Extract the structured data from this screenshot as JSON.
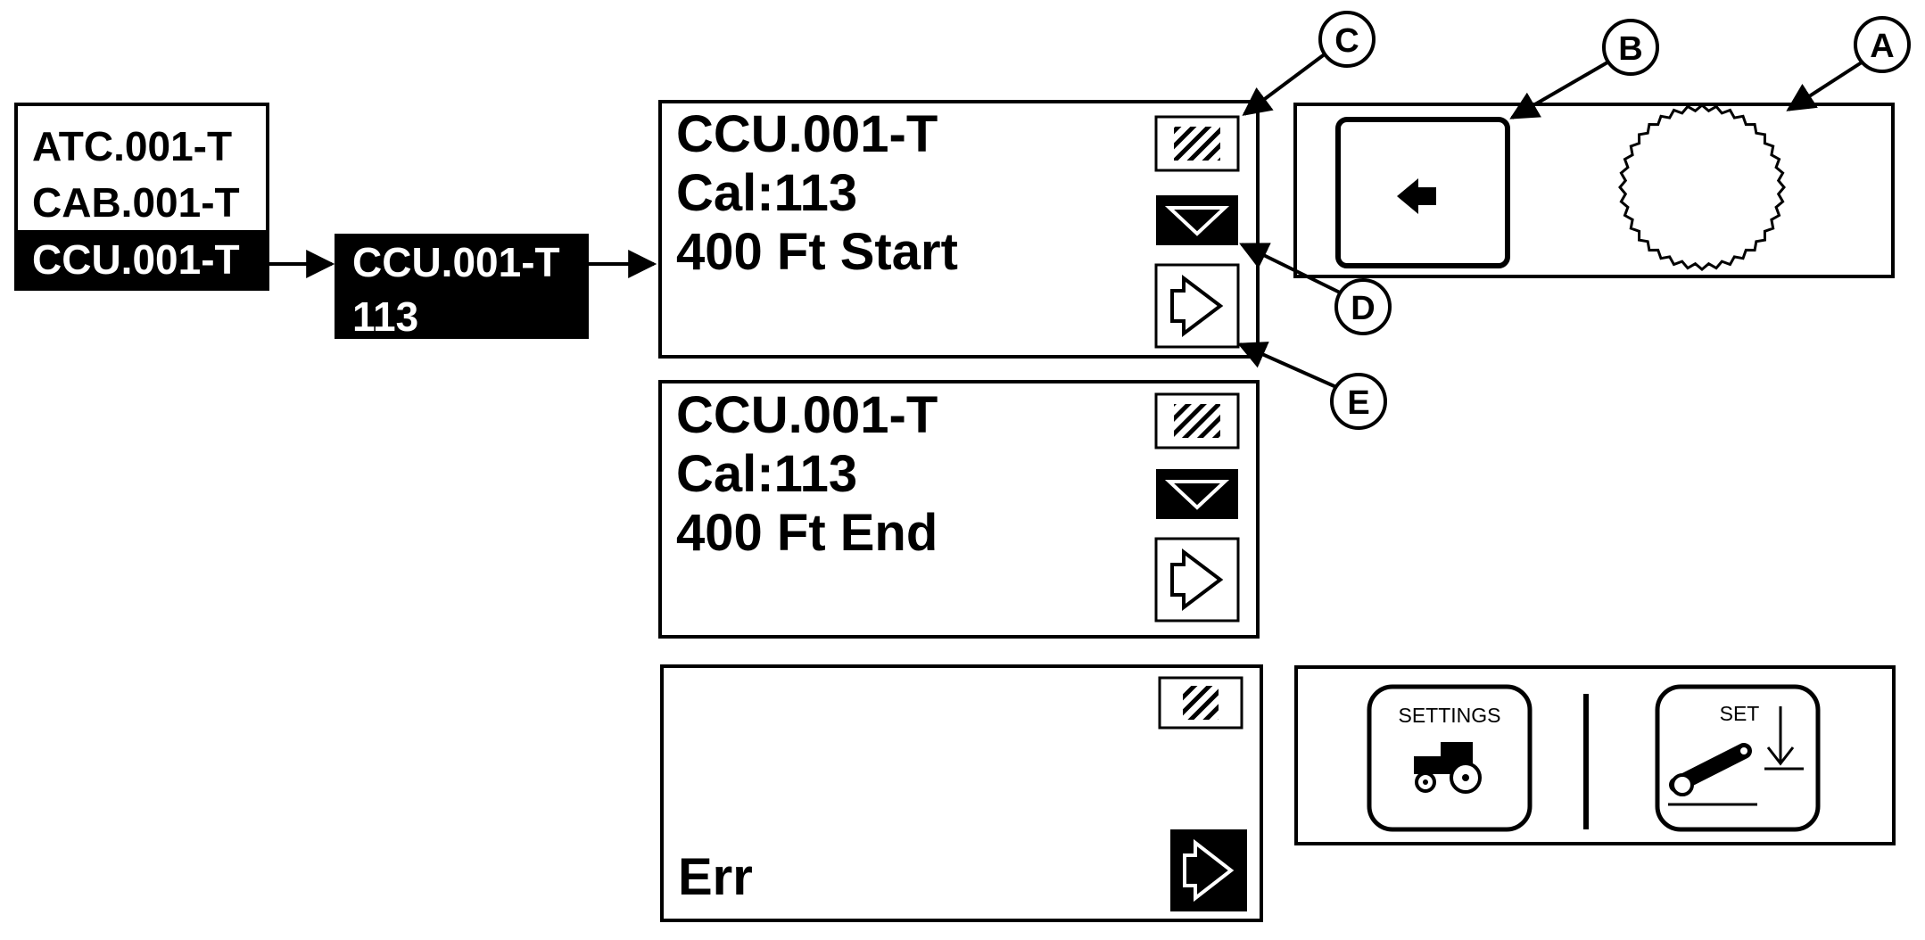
{
  "menu_list": {
    "items": [
      "ATC.001-T",
      "CAB.001-T",
      "CCU.001-T"
    ],
    "selected_index": 2
  },
  "selected_box": {
    "line1": "CCU.001-T",
    "line2": "113"
  },
  "screens": [
    {
      "line1": "CCU.001-T",
      "line2": "Cal:113",
      "line3": "400 Ft Start"
    },
    {
      "line1": "CCU.001-T",
      "line2": "Cal:113",
      "line3": "400 Ft End"
    },
    {
      "message": "Err"
    }
  ],
  "callouts": [
    "A",
    "B",
    "C",
    "D",
    "E"
  ],
  "buttons": {
    "settings_label": "SETTINGS",
    "set_label": "SET"
  },
  "icons": {
    "back_button": "left-arrow-icon",
    "knob": "rotary-knob-icon",
    "cancel": "hatched-cancel-icon",
    "down": "down-triangle-icon",
    "enter": "enter-arrow-icon",
    "settings": "tractor-icon",
    "set": "hitch-set-icon"
  }
}
